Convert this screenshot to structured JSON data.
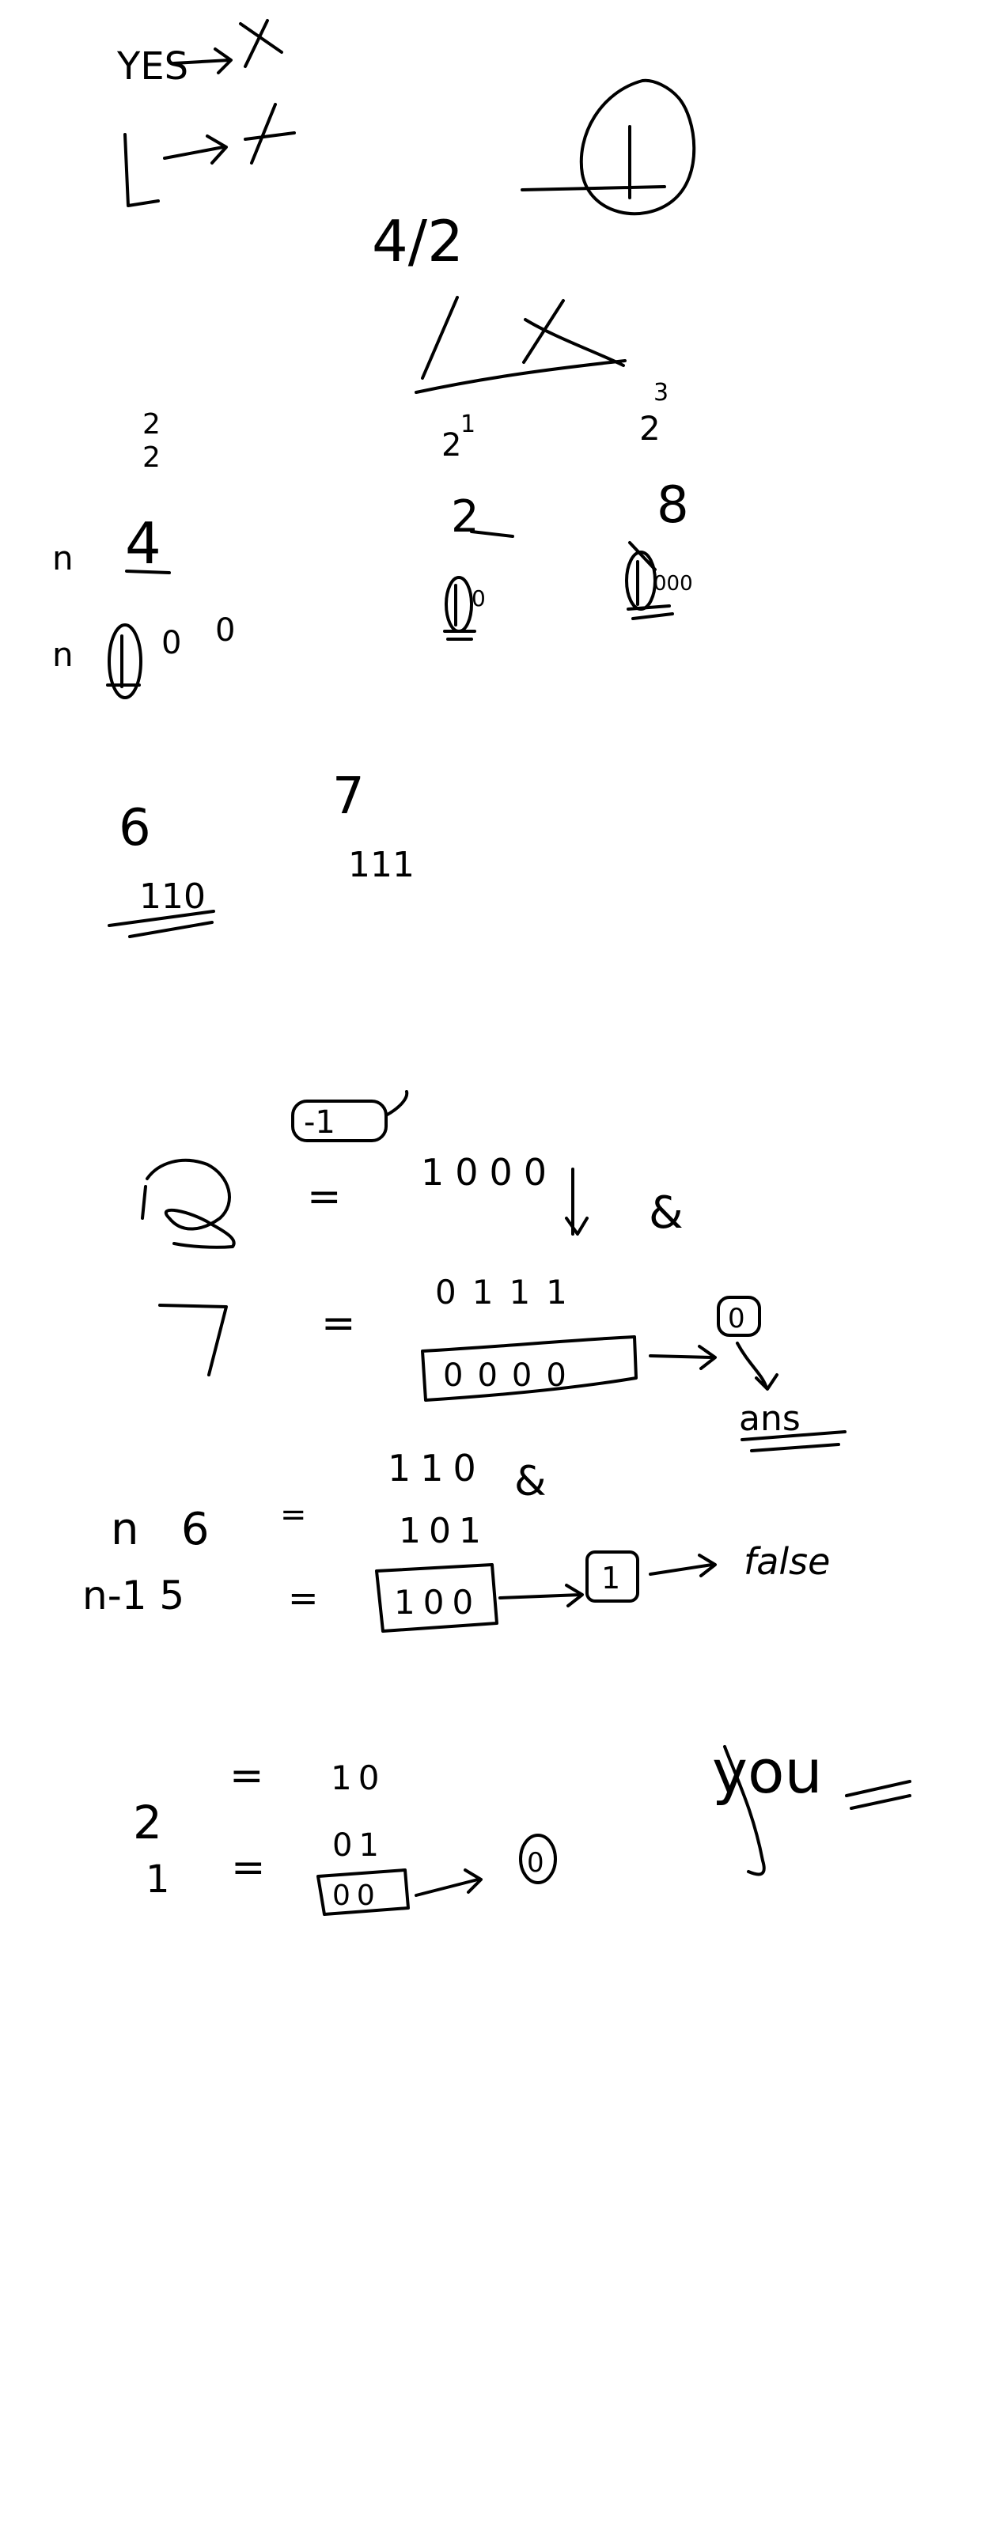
{
  "ink_color": "#000000",
  "background_color": "#ffffff",
  "notes": {
    "yes_label": "YES",
    "power_label": "4/2",
    "half_a": "2",
    "half_b": "2",
    "pow_one": "2",
    "pow_one_exp": "1",
    "pow_three": "2",
    "pow_three_exp": "3",
    "n_label_a": "n",
    "four": "4",
    "n_label_b": "n",
    "bin4_bit1": "0",
    "bin4_bit2": "0",
    "two": "2",
    "bin2_bit": "0",
    "eight": "8",
    "bin8_bits": "000",
    "six": "6",
    "bin6": "110",
    "seven": "7",
    "bin7": "111",
    "minus_one_box": "-1",
    "eight_eq": "=",
    "bin8_full": "1000",
    "and_a": "&",
    "seven_label": "7",
    "seven_eq": "=",
    "bin7_full": "0111",
    "and_result": "0000",
    "zero_circled": "0",
    "ans_label": "ans",
    "bin6_full": "110",
    "and_b": "&",
    "n_six": "n   6",
    "six_eq": "=",
    "bin5": "101",
    "n_minus_one": "n-1 5",
    "five_eq": "=",
    "and_result_b": "100",
    "result_one": "1",
    "false_label": "false",
    "two_final": "2",
    "two_eq": "=",
    "bin2_final": "10",
    "one_final": "1",
    "one_eq": "=",
    "bin1_final": "01",
    "and_result_c": "00",
    "zero_final": "0",
    "you_label": "you"
  }
}
